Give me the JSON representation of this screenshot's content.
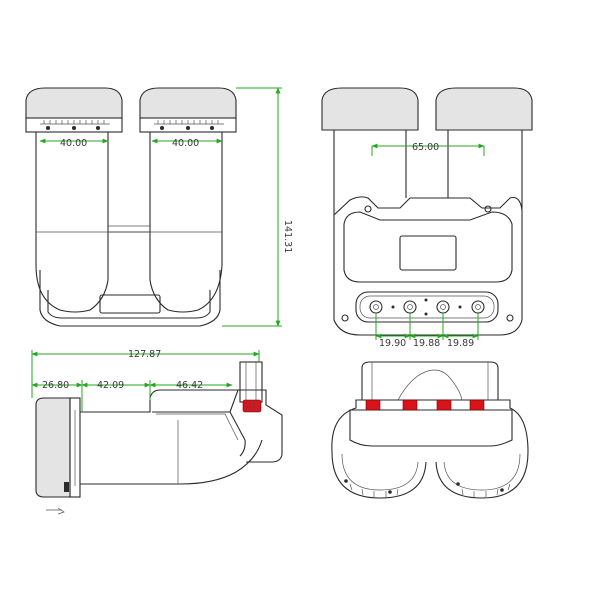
{
  "colors": {
    "outline": "#2b2b2b",
    "dimension": "#22a81e",
    "connector": "#d8141b",
    "body_fill": "#e4e4e4"
  },
  "front_view": {
    "feed_width_left": "40.00",
    "feed_width_right": "40.00",
    "height": "141.31"
  },
  "back_view": {
    "feed_spacing": "65.00",
    "port_spacing_1": "19.90",
    "port_spacing_2": "19.88",
    "port_spacing_3": "19.89"
  },
  "side_view": {
    "total_length": "127.87",
    "segment_1": "26.80",
    "segment_2": "42.09",
    "segment_3": "46.42"
  },
  "icons": [
    "lnb-front-view",
    "lnb-back-view",
    "lnb-side-view",
    "lnb-bottom-view",
    "f-connector"
  ]
}
